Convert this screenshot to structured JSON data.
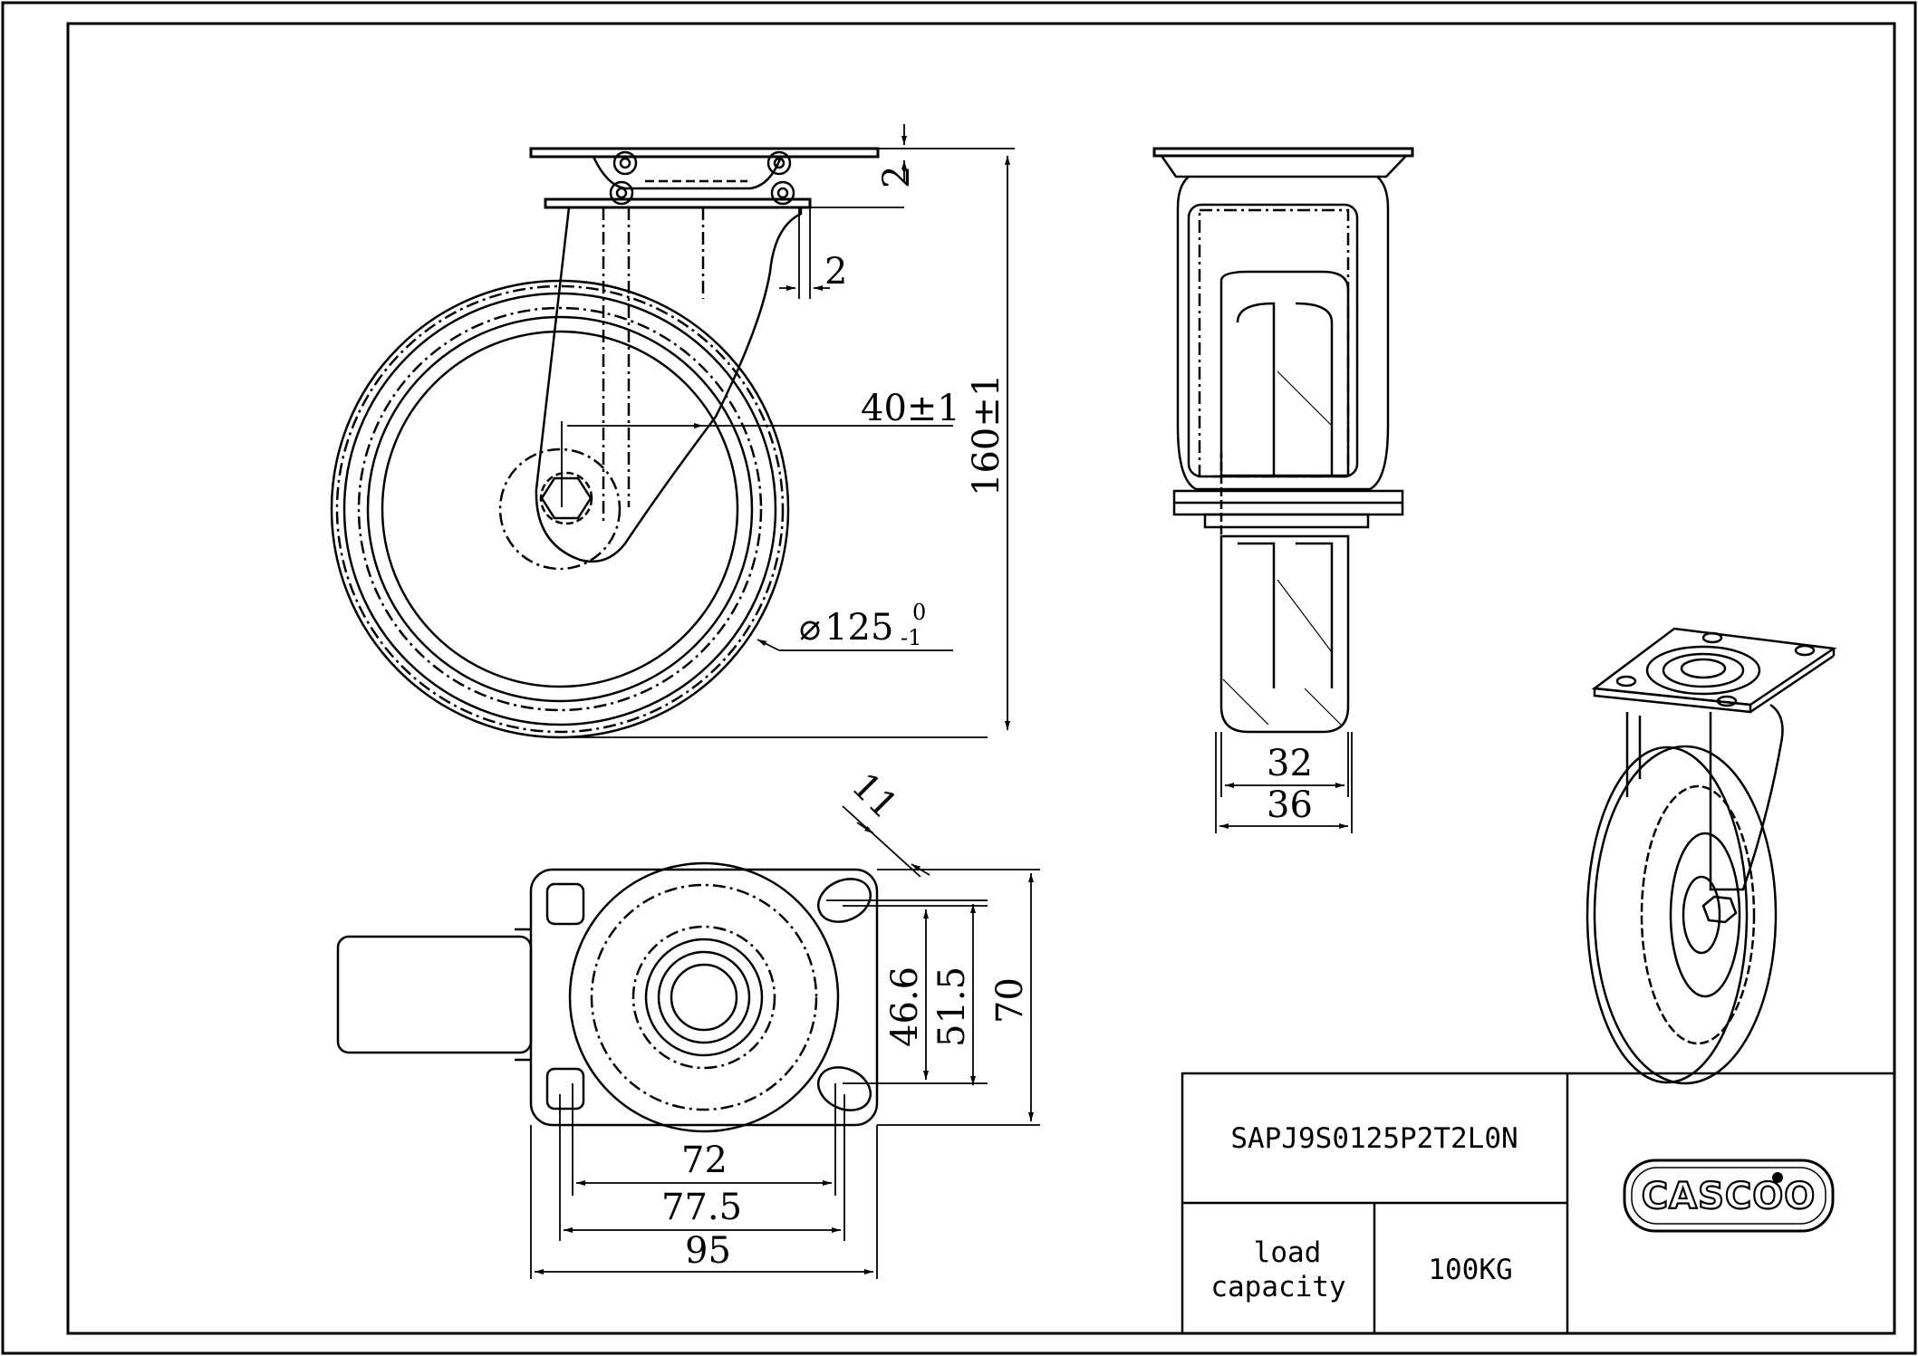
{
  "part_number": "SAPJ9S0125P2T2L0N",
  "load_label_line1": "load",
  "load_label_line2": "capacity",
  "load_value": "100KG",
  "logo_text": "CASCOO",
  "dimensions": {
    "plate_thickness": "2",
    "offset_gap": "2",
    "swivel_offset": "40±1",
    "overall_height": "160±1",
    "wheel_diameter_base": "125",
    "wheel_diameter_tol_upper": "0",
    "wheel_diameter_tol_lower": "-1",
    "tread_width": "32",
    "wheel_width": "36",
    "bolt_hole": "11",
    "hole_spacing_y_inner": "46.6",
    "hole_spacing_y_outer": "51.5",
    "plate_height": "70",
    "hole_spacing_x_inner": "72",
    "hole_spacing_x_outer": "77.5",
    "plate_width": "95"
  }
}
